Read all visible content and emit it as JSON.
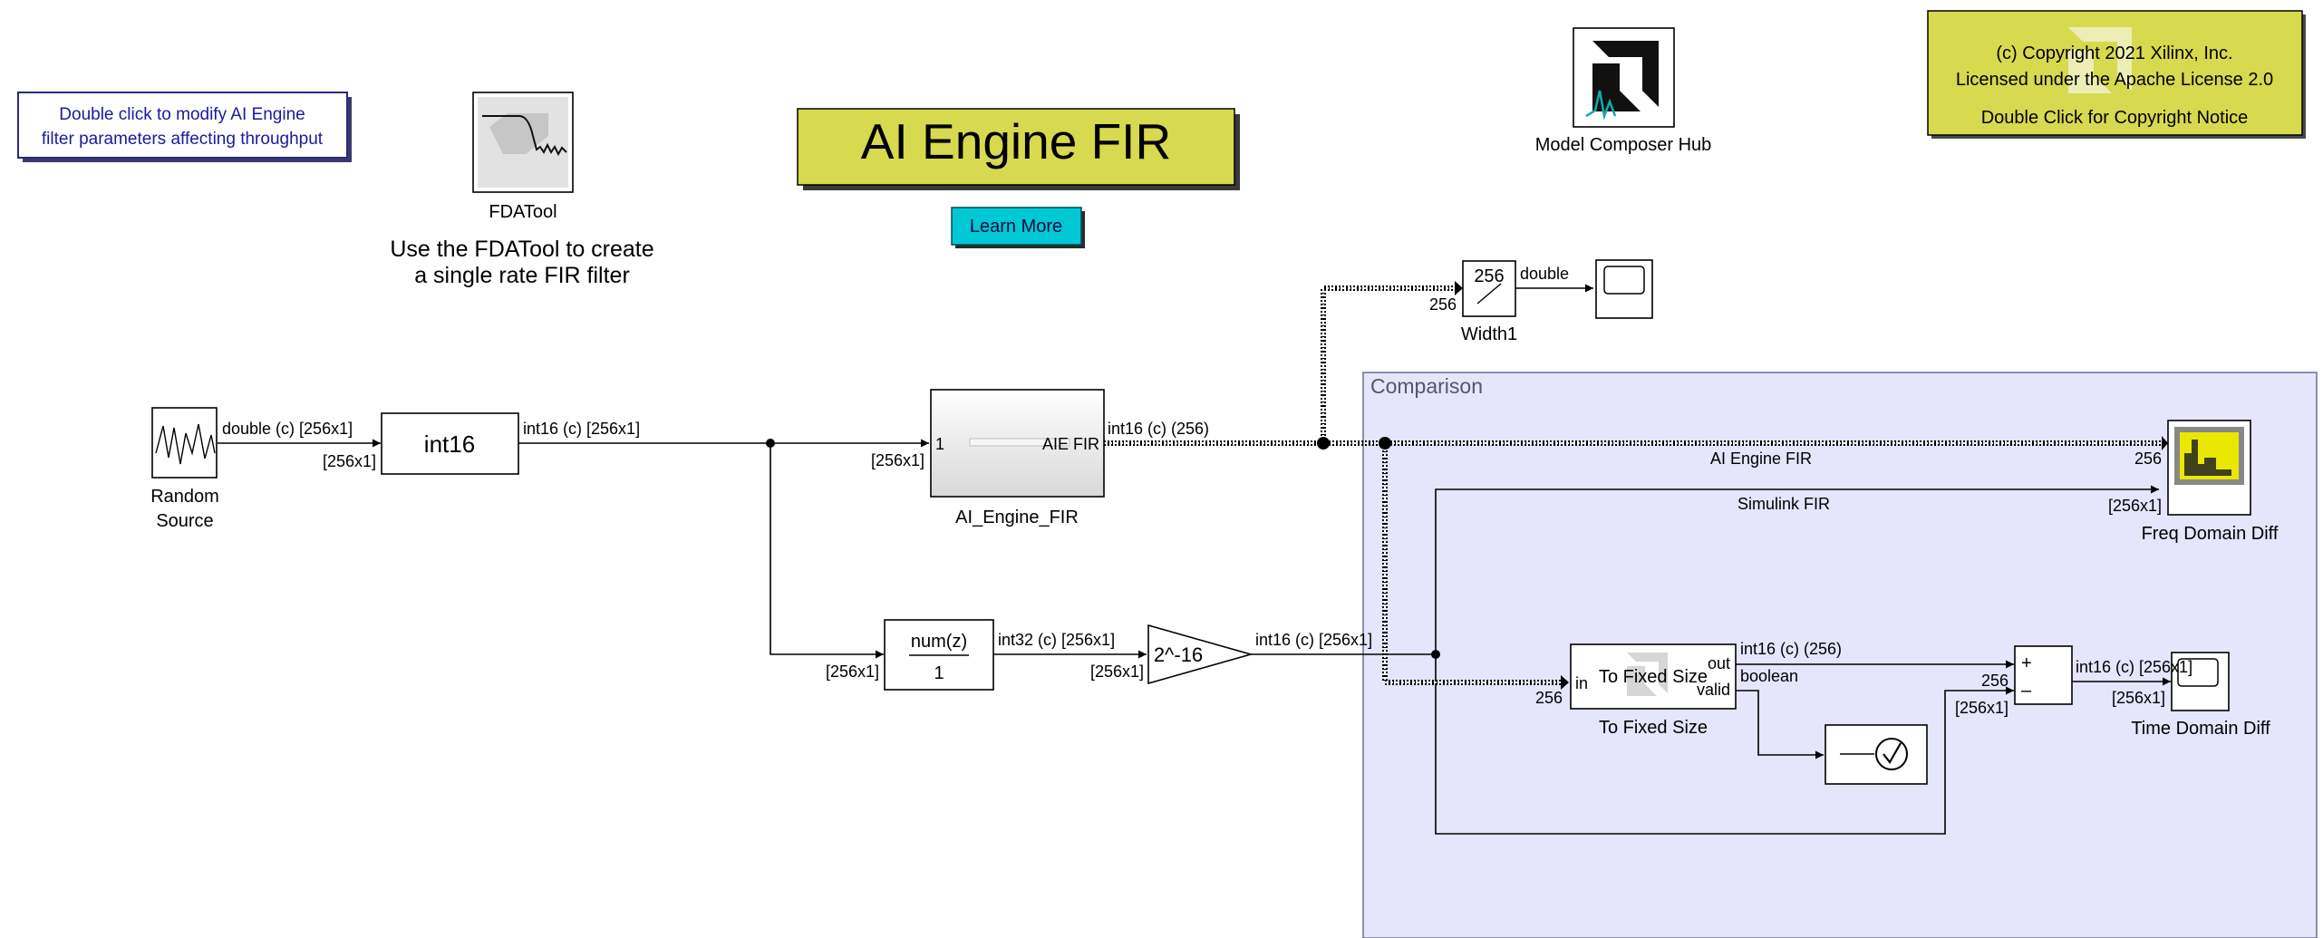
{
  "note_box": {
    "line1": "Double click to modify AI Engine",
    "line2": "filter parameters affecting throughput"
  },
  "fdatool": {
    "label": "FDATool",
    "caption_line1": "Use the FDATool to create",
    "caption_line2": "a single rate  FIR filter"
  },
  "title_banner": {
    "text": "AI Engine FIR"
  },
  "learn_more": {
    "label": "Learn More"
  },
  "hub": {
    "label": "Model Composer Hub"
  },
  "copyright": {
    "line1": "(c) Copyright 2021 Xilinx, Inc.",
    "line2": "Licensed under the Apache License 2.0",
    "line3": "Double Click for Copyright Notice"
  },
  "blocks": {
    "random_source": {
      "label_line1": "Random",
      "label_line2": "Source"
    },
    "convert": {
      "text": "int16"
    },
    "aie_fir": {
      "label": "AI_Engine_FIR",
      "in_port": "1",
      "out_port": "AIE FIR"
    },
    "discrete_filter": {
      "numerator": "num(z)",
      "denominator": "1"
    },
    "gain": {
      "text": "2^-16"
    },
    "width": {
      "value": "256",
      "label": "Width1"
    },
    "to_fixed": {
      "text": "To Fixed Size",
      "label": "To Fixed Size",
      "in_port": "in",
      "out_port": "out",
      "valid_port": "valid"
    },
    "freq_scope": {
      "label": "Freq Domain Diff"
    },
    "time_scope": {
      "label": "Time Domain Diff"
    },
    "sum": {
      "plus": "+",
      "minus": "–"
    }
  },
  "subsystem": {
    "title": "Comparison"
  },
  "signals": {
    "src_out": "double (c) [256x1]",
    "src_dim": "[256x1]",
    "conv_out": "int16 (c) [256x1]",
    "aie_in_dim": "[256x1]",
    "aie_out": "int16 (c) (256)",
    "filt_in_dim": "[256x1]",
    "filt_out": "int32 (c) [256x1]",
    "gain_in_dim": "[256x1]",
    "gain_out": "int16 (c) [256x1]",
    "width_in_dim": "256",
    "width_out": "double",
    "aie_line": "AI Engine FIR",
    "sim_line": "Simulink FIR",
    "freq_in1_dim": "256",
    "freq_in2_dim": "[256x1]",
    "fixed_in_dim": "256",
    "fixed_out": "int16 (c) (256)",
    "fixed_valid": "boolean",
    "sum_in1_dim": "256",
    "sum_in2_dim": "[256x1]",
    "sum_out": "int16 (c) [256x1]",
    "time_in_dim": "[256x1]"
  },
  "colors": {
    "banner_fill": "#d7d94f",
    "learn_more_fill": "#00c8d4",
    "subsystem_fill": "#e5e5fb",
    "note_text": "#1a1aa0",
    "scope_yellow": "#e8e800"
  }
}
